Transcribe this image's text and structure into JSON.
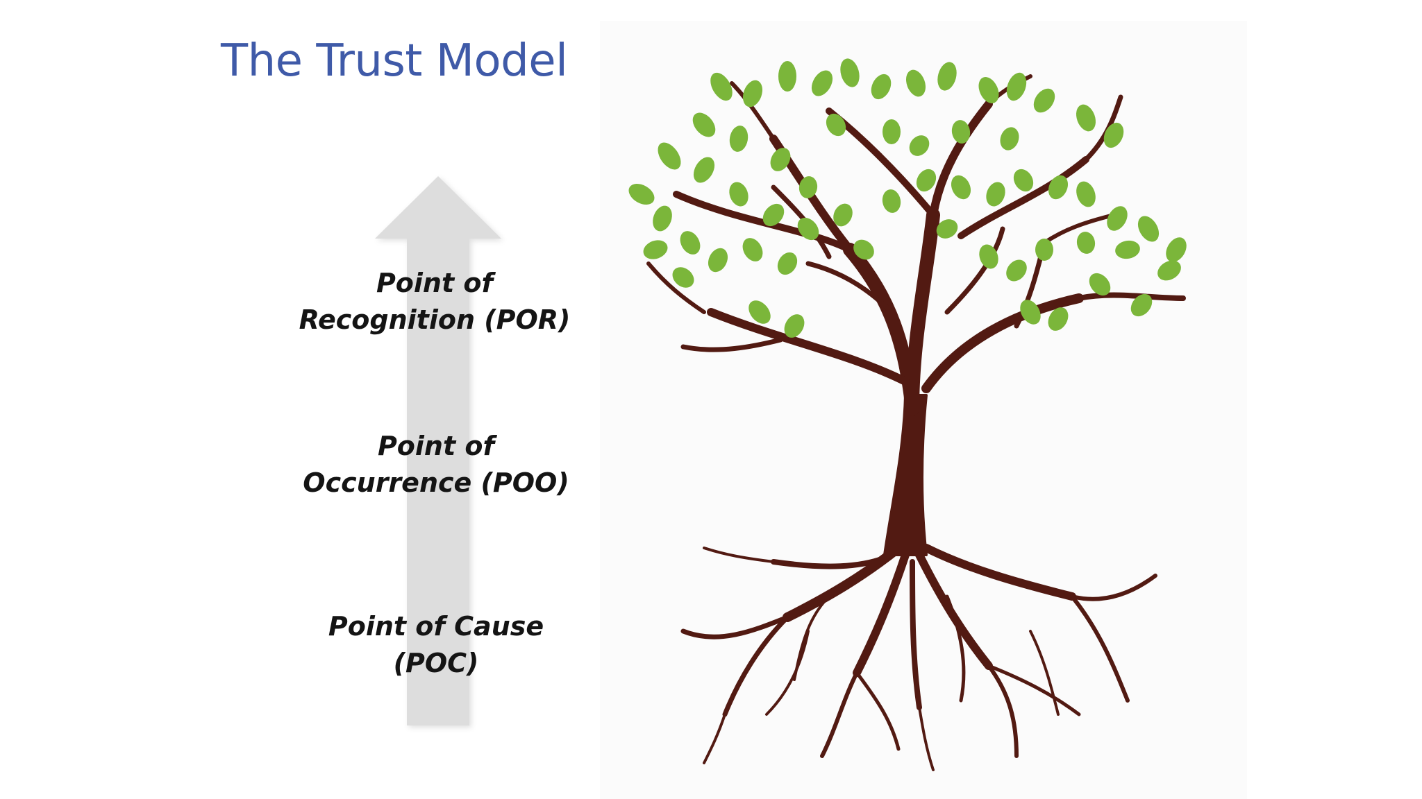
{
  "slide": {
    "title": "The Trust Model",
    "title_color": "#3f5aa8",
    "arrow_color": "#dddddd",
    "tree_trunk_color": "#521a12",
    "tree_leaf_color": "#7bb63a"
  },
  "levels": [
    {
      "line1": "Point of",
      "line2": "Recognition (POR)"
    },
    {
      "line1": "Point of",
      "line2": "Occurrence (POO)"
    },
    {
      "line1": "Point of Cause",
      "line2": "(POC)"
    }
  ]
}
